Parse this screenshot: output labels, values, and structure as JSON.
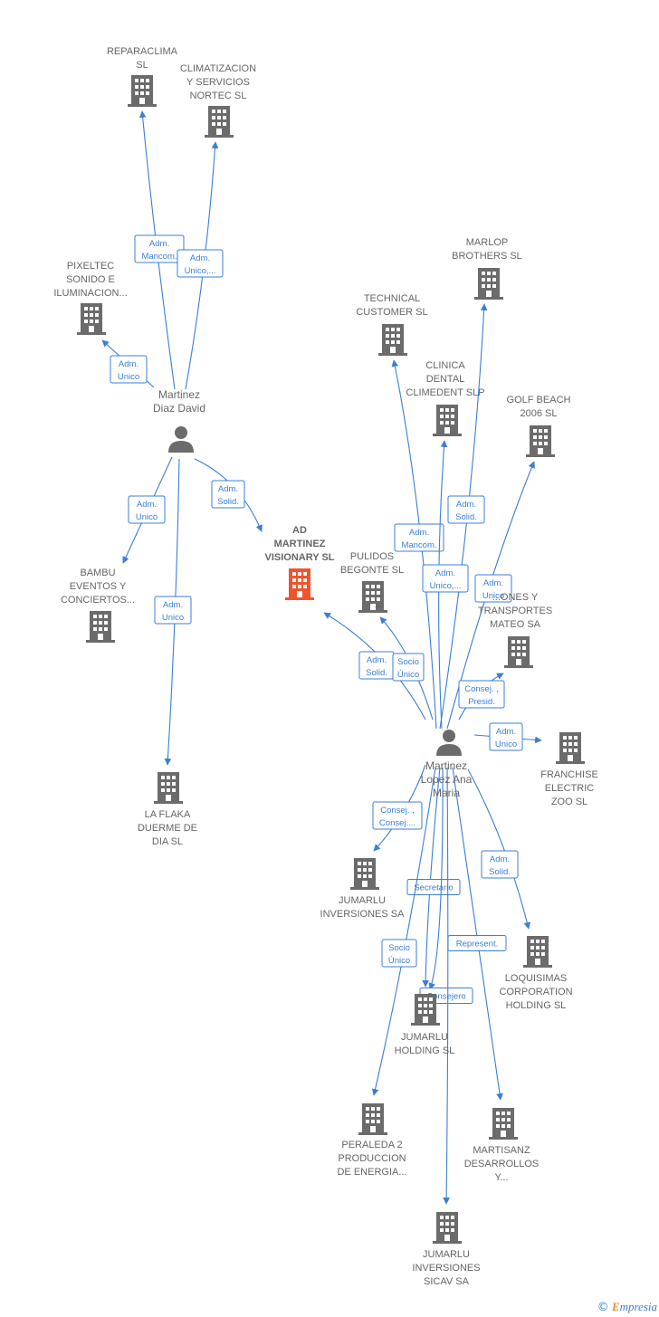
{
  "colors": {
    "edge": "#3a7fd5",
    "company": "#6b6b6b",
    "focus": "#f0542d",
    "person": "#6b6b6b"
  },
  "nodes": [
    {
      "id": "reparaclima",
      "type": "company",
      "lines": [
        "REPARACLIMA",
        "SL"
      ]
    },
    {
      "id": "climatizacion",
      "type": "company",
      "lines": [
        "CLIMATIZACION",
        "Y SERVICIOS",
        "NORTEC  SL"
      ]
    },
    {
      "id": "pixeltec",
      "type": "company",
      "lines": [
        "PIXELTEC",
        "SONIDO E",
        "ILUMINACION..."
      ]
    },
    {
      "id": "david",
      "type": "person",
      "lines": [
        "Martinez",
        "Diaz David"
      ]
    },
    {
      "id": "bambu",
      "type": "company",
      "lines": [
        "BAMBU",
        "EVENTOS Y",
        "CONCIERTOS..."
      ]
    },
    {
      "id": "ad_martinez",
      "type": "focus",
      "lines": [
        "AD",
        "MARTINEZ",
        "VISIONARY  SL"
      ]
    },
    {
      "id": "la_flaka",
      "type": "company",
      "lines": [
        "LA FLAKA",
        "DUERME DE",
        "DIA  SL"
      ]
    },
    {
      "id": "marlop",
      "type": "company",
      "lines": [
        "MARLOP",
        "BROTHERS SL"
      ]
    },
    {
      "id": "technical",
      "type": "company",
      "lines": [
        "TECHNICAL",
        "CUSTOMER SL"
      ]
    },
    {
      "id": "clinica",
      "type": "company",
      "lines": [
        "CLINICA",
        "DENTAL",
        "CLIMEDENT  SLP"
      ]
    },
    {
      "id": "golf",
      "type": "company",
      "lines": [
        "GOLF BEACH",
        "2006 SL"
      ]
    },
    {
      "id": "pulidos",
      "type": "company",
      "lines": [
        "PULIDOS",
        "BEGONTE SL"
      ]
    },
    {
      "id": "transportes",
      "type": "company",
      "lines": [
        "...ONES Y",
        "TRANSPORTES",
        "MATEO SA"
      ]
    },
    {
      "id": "ana",
      "type": "person",
      "lines": [
        "Martinez",
        "Lopez Ana",
        "Maria"
      ]
    },
    {
      "id": "franchise",
      "type": "company",
      "lines": [
        "FRANCHISE",
        "ELECTRIC",
        "ZOO SL"
      ]
    },
    {
      "id": "jumarlu_inv",
      "type": "company",
      "lines": [
        "JUMARLU",
        "INVERSIONES SA"
      ]
    },
    {
      "id": "loquisimas",
      "type": "company",
      "lines": [
        "LOQUISIMAS",
        "CORPORATION",
        "HOLDING  SL"
      ]
    },
    {
      "id": "jumarlu_hold",
      "type": "company",
      "lines": [
        "JUMARLU",
        "HOLDING  SL"
      ]
    },
    {
      "id": "peraleda",
      "type": "company",
      "lines": [
        "PERALEDA 2",
        "PRODUCCION",
        "DE ENERGIA..."
      ]
    },
    {
      "id": "martisanz",
      "type": "company",
      "lines": [
        "MARTISANZ",
        "DESARROLLOS",
        "Y..."
      ]
    },
    {
      "id": "jumarlu_sicav",
      "type": "company",
      "lines": [
        "JUMARLU",
        "INVERSIONES",
        "SICAV SA"
      ]
    }
  ],
  "edges": [
    {
      "from": "david",
      "to": "reparaclima",
      "label": [
        "Adm.",
        "Mancom."
      ]
    },
    {
      "from": "david",
      "to": "climatizacion",
      "label": [
        "Adm.",
        "Unico,..."
      ]
    },
    {
      "from": "david",
      "to": "pixeltec",
      "label": [
        "Adm.",
        "Unico"
      ]
    },
    {
      "from": "david",
      "to": "bambu",
      "label": [
        "Adm.",
        "Unico"
      ]
    },
    {
      "from": "david",
      "to": "ad_martinez",
      "label": [
        "Adm.",
        "Solid."
      ]
    },
    {
      "from": "david",
      "to": "la_flaka",
      "label": [
        "Adm.",
        "Unico"
      ]
    },
    {
      "from": "ana",
      "to": "marlop",
      "label": [
        "Adm.",
        "Solid."
      ]
    },
    {
      "from": "ana",
      "to": "technical",
      "label": [
        "Adm.",
        "Mancom."
      ]
    },
    {
      "from": "ana",
      "to": "clinica",
      "label": [
        "Adm.",
        "Unico,..."
      ]
    },
    {
      "from": "ana",
      "to": "golf",
      "label": [
        "Adm.",
        "Unico"
      ]
    },
    {
      "from": "ana",
      "to": "ad_martinez",
      "label": [
        "Adm.",
        "Solid."
      ]
    },
    {
      "from": "ana",
      "to": "pulidos",
      "label": [
        "Socio",
        "Único"
      ]
    },
    {
      "from": "ana",
      "to": "transportes",
      "label": [
        "Consej. ,",
        "Presid."
      ]
    },
    {
      "from": "ana",
      "to": "franchise",
      "label": [
        "Adm.",
        "Unico"
      ]
    },
    {
      "from": "ana",
      "to": "jumarlu_inv",
      "label": [
        "Consej. ,",
        "Consej...."
      ]
    },
    {
      "from": "ana",
      "to": "loquisimas",
      "label": [
        "Adm.",
        "Solid."
      ]
    },
    {
      "from": "ana",
      "to": "jumarlu_hold",
      "label": [
        "Secretario"
      ]
    },
    {
      "from": "ana",
      "to": "jumarlu_hold",
      "label": [
        "Consejero"
      ]
    },
    {
      "from": "ana",
      "to": "peraleda",
      "label": [
        "Socio",
        "Único"
      ]
    },
    {
      "from": "ana",
      "to": "martisanz",
      "label": [
        "Represent."
      ]
    },
    {
      "from": "ana",
      "to": "jumarlu_sicav",
      "label": []
    }
  ],
  "watermark": {
    "copyright": "©",
    "brand_initial": "E",
    "brand_rest": "mpresia"
  }
}
